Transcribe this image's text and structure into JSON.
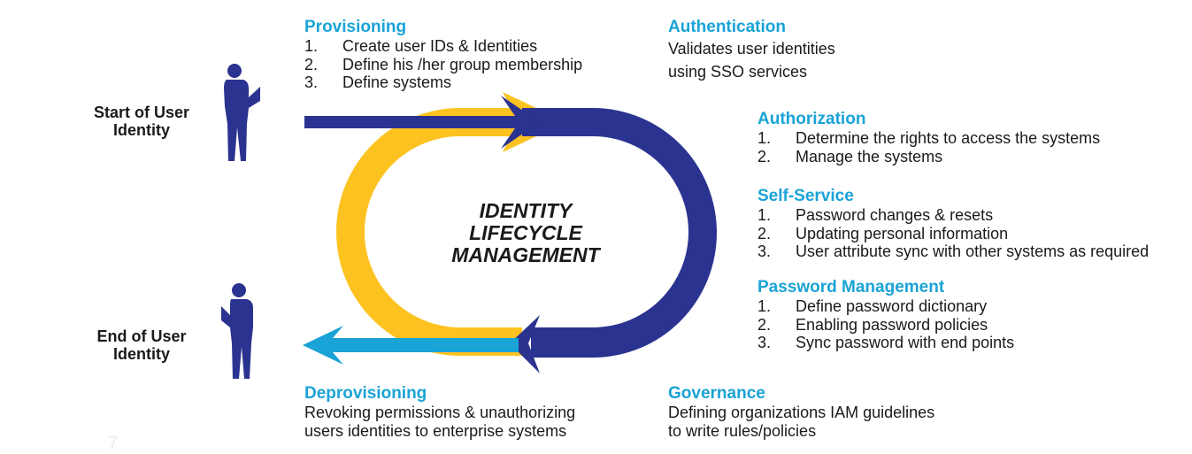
{
  "colors": {
    "navy": "#2b3390",
    "yellow": "#fcc320",
    "cyan": "#1aa3d6",
    "figure": "#2b3390"
  },
  "figures": {
    "start_icon": "person-reading-icon",
    "end_icon": "person-reading-icon"
  },
  "start_label": [
    "Start of User",
    "Identity"
  ],
  "end_label": [
    "End of User",
    "Identity"
  ],
  "center_title": [
    "IDENTITY",
    "LIFECYCLE",
    "MANAGEMENT"
  ],
  "provisioning": {
    "heading": "Provisioning",
    "items": [
      {
        "num": "1.",
        "text": "Create user IDs & Identities"
      },
      {
        "num": "2.",
        "text": "Define his /her group membership"
      },
      {
        "num": "3.",
        "text": "Define systems"
      }
    ]
  },
  "authentication": {
    "heading": "Authentication",
    "lines": [
      "Validates user identities",
      "using SSO services"
    ]
  },
  "authorization": {
    "heading": "Authorization",
    "items": [
      {
        "num": "1.",
        "text": "Determine the rights to access the systems"
      },
      {
        "num": "2.",
        "text": "Manage the systems"
      }
    ]
  },
  "self_service": {
    "heading": "Self-Service",
    "items": [
      {
        "num": "1.",
        "text": "Password changes & resets"
      },
      {
        "num": "2.",
        "text": "Updating personal information"
      },
      {
        "num": "3.",
        "text": "User attribute sync with other systems as required"
      }
    ]
  },
  "password_management": {
    "heading": "Password Management",
    "items": [
      {
        "num": "1.",
        "text": "Define password dictionary"
      },
      {
        "num": "2.",
        "text": "Enabling password policies"
      },
      {
        "num": "3.",
        "text": "Sync password with end points"
      }
    ]
  },
  "deprovisioning": {
    "heading": "Deprovisioning",
    "lines": [
      "Revoking permissions & unauthorizing",
      "users identities to enterprise systems"
    ]
  },
  "governance": {
    "heading": "Governance",
    "lines": [
      "Defining organizations IAM guidelines",
      "to write rules/policies"
    ]
  },
  "watermark": "7"
}
